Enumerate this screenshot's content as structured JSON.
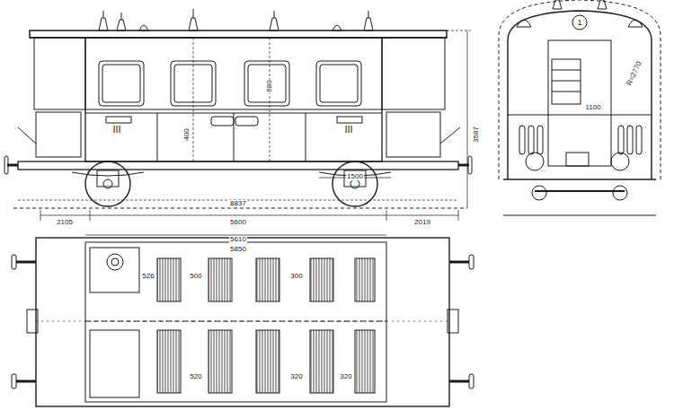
{
  "diagram": {
    "labels": [
      "III",
      "III",
      "2105",
      "5600",
      "2019",
      "8837",
      "3587",
      "1500",
      "400",
      "680",
      "1",
      "1100",
      "R=2770",
      "5610",
      "5850",
      "526",
      "500",
      "300",
      "320",
      "520",
      "320"
    ]
  }
}
